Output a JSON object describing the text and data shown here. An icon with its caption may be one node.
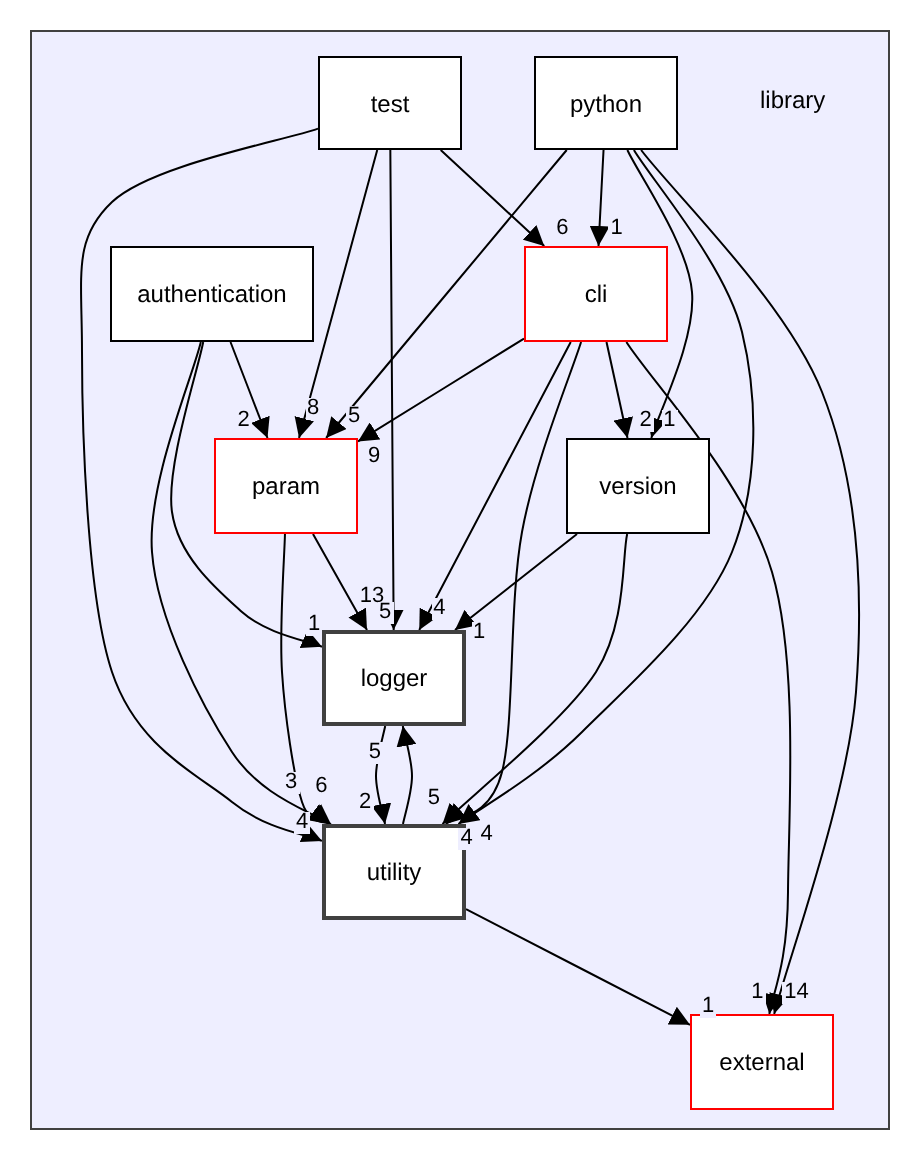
{
  "diagram": {
    "nodes": [
      {
        "text": [
          "library"
        ]
      },
      {
        "text": [
          "test"
        ],
        "in": 0
      },
      {
        "text": [
          "python"
        ],
        "in": 0
      },
      {
        "text": [
          "authentication"
        ],
        "in": 0
      },
      {
        "text": [
          "cli"
        ],
        "in": 0
      },
      {
        "text": [
          "param"
        ],
        "in": 0
      },
      {
        "text": [
          "version"
        ],
        "in": 0
      },
      {
        "text": [
          "logger"
        ],
        "in": 0
      },
      {
        "text": [
          "utility"
        ],
        "in": 0
      },
      {
        "text": [
          "external"
        ],
        "in": 0
      }
    ],
    "edges": [
      {
        "from": 1,
        "to": 4,
        "arrow": "to",
        "label": "6"
      },
      {
        "from": 1,
        "to": 5,
        "arrow": "to",
        "label": "8"
      },
      {
        "from": 1,
        "to": 7,
        "arrow": "to",
        "label": "13"
      },
      {
        "from": 1,
        "to": 8,
        "arrow": "to",
        "label": "4"
      },
      {
        "from": 2,
        "to": 4,
        "arrow": "to",
        "label": "1"
      },
      {
        "from": 2,
        "to": 5,
        "arrow": "to",
        "label": "5"
      },
      {
        "from": 2,
        "to": 6,
        "arrow": "to",
        "label": "1"
      },
      {
        "from": 2,
        "to": 8,
        "arrow": "to",
        "label": "4"
      },
      {
        "from": 2,
        "to": 9,
        "arrow": "to",
        "label": "14"
      },
      {
        "from": 3,
        "to": 5,
        "arrow": "to",
        "label": "2"
      },
      {
        "from": 3,
        "to": 7,
        "arrow": "to",
        "label": "1"
      },
      {
        "from": 3,
        "to": 8,
        "arrow": "to",
        "label": "6"
      },
      {
        "from": 4,
        "to": 5,
        "arrow": "to",
        "label": "9"
      },
      {
        "from": 4,
        "to": 7,
        "arrow": "to",
        "label": "4"
      },
      {
        "from": 4,
        "to": 6,
        "arrow": "to",
        "label": "2"
      },
      {
        "from": 4,
        "to": 8,
        "arrow": "to",
        "label": "5"
      },
      {
        "from": 4,
        "to": 9,
        "arrow": "to",
        "label": "1"
      },
      {
        "from": 5,
        "to": 7,
        "arrow": "to",
        "label": "5"
      },
      {
        "from": 5,
        "to": 8,
        "arrow": "to",
        "label": "3"
      },
      {
        "from": 6,
        "to": 7,
        "arrow": "to",
        "label": "1"
      },
      {
        "from": 6,
        "to": 8,
        "arrow": "to",
        "label": "4"
      },
      {
        "from": 7,
        "to": 8,
        "arrow": "to",
        "label": "2"
      },
      {
        "from": 8,
        "to": 7,
        "arrow": "to",
        "label": "5"
      },
      {
        "from": 8,
        "to": 9,
        "arrow": "to",
        "label": "1"
      }
    ]
  }
}
